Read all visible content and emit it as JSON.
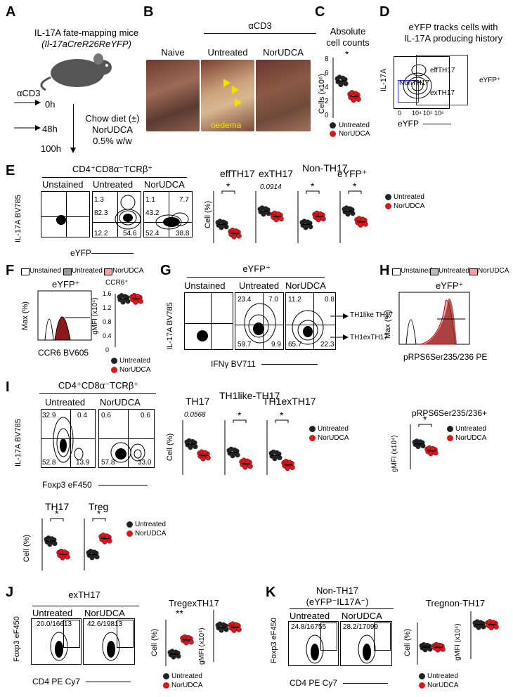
{
  "panels": {
    "A": {
      "letter": "A",
      "title_line1": "IL-17A fate-mapping mice",
      "title_line2": "(Il-17aCreR26ReYFP)",
      "acd3": "αCD3",
      "t0": "0h",
      "t48": "48h",
      "t100": "100h",
      "diet_line1": "Chow diet (±)",
      "diet_line2": "NorUDCA",
      "diet_line3": "0.5% w/w"
    },
    "B": {
      "letter": "B",
      "acd3": "αCD3",
      "naive": "Naive",
      "untreated": "Untreated",
      "norudca": "NorUDCA",
      "oedema": "oedema"
    },
    "C": {
      "letter": "C",
      "title_line1": "Absolute",
      "title_line2": "cell counts",
      "ylabel": "Cells (x10⁶)",
      "ticks": [
        "8",
        "6",
        "4",
        "2",
        "0"
      ],
      "sig": "*",
      "legend_untreated": "Untreated",
      "legend_norudca": "NorUDCA"
    },
    "D": {
      "letter": "D",
      "title_line1": "eYFP tracks cells with",
      "title_line2": "IL-17A producing history",
      "ylabel": "IL-17A",
      "xlabel": "eYFP",
      "gate_eff": "effTH17",
      "gate_ex": "exTH17",
      "gate_non": "NonTH17",
      "gate_pos": "eYFP⁺",
      "xticks": [
        "0",
        "10⁴",
        "10⁵",
        "10⁶"
      ]
    },
    "E": {
      "letter": "E",
      "header": "CD4⁺CD8α⁻TCRβ⁺",
      "col1": "Unstained",
      "col2": "Untreated",
      "col3": "NorUDCA",
      "ylabel": "IL-17A BV785",
      "xlabel": "eYFP",
      "untreated_q": [
        "1.3",
        "82.3",
        "12.2",
        "54.6"
      ],
      "norudca_q": [
        "1.1",
        "43.2",
        "7.7",
        "52.4",
        "38.8"
      ],
      "plot_titles": [
        "effTH17",
        "exTH17",
        "Non-TH17",
        "eYFP⁺"
      ],
      "pval_ex": "0.0914",
      "ylabel_cell": "Cell (%)",
      "legend_untreated": "Untreated",
      "legend_norudca": "NorUDCA"
    },
    "F": {
      "letter": "F",
      "legend": [
        "Unstained",
        "Untreated",
        "NorUDCA"
      ],
      "subtitle": "eYFP⁺",
      "ylabel": "Max (%)",
      "xlabel": "CCR6 BV605",
      "ccr6": "CCR6⁺",
      "gmfi": "gMFI (x10⁴)",
      "ticks": [
        "1.6",
        "1.2",
        "0.8",
        "0.4",
        "0"
      ],
      "legend_untreated": "Untreated",
      "legend_norudca": "NorUDCA"
    },
    "G": {
      "letter": "G",
      "header": "eYFP⁺",
      "col1": "Unstained",
      "col2": "Untreated",
      "col3": "NorUDCA",
      "ylabel": "IL-17A BV785",
      "xlabel": "IFNγ BV711",
      "untreated_q": [
        "23.4",
        "7.0",
        "59.7",
        "9.9"
      ],
      "norudca_q": [
        "11.2",
        "0.8",
        "65.7",
        "22.3"
      ],
      "arrow1": "TH1like TH17",
      "arrow2": "TH1exTH17"
    },
    "H": {
      "letter": "H",
      "legend": [
        "Unstained",
        "Untreated",
        "NorUDCA"
      ],
      "subtitle": "eYFP⁺",
      "ylabel": "Max (%)",
      "xlabel": "pRPS6Ser235/236 PE"
    },
    "I": {
      "letter": "I",
      "header": "CD4⁺CD8α⁻TCRβ⁺",
      "col1": "Untreated",
      "col2": "NorUDCA",
      "ylabel": "IL-17A BV785",
      "xlabel": "Foxp3 eF450",
      "untreated_q": [
        "32.9",
        "0.4",
        "52.8",
        "13.9"
      ],
      "norudca_q": [
        "0.6",
        "0.6",
        "57.8",
        "33.0"
      ],
      "plot_titles": [
        "TH17",
        "TH1like-TH17",
        "TH1exTH17"
      ],
      "pval": "0.0568",
      "ylabel_cell": "Cell (%)",
      "prps6_title": "pRPS6Ser235/236+",
      "gmfi": "gMFI (x10⁴)",
      "bottom_titles": [
        "TH17",
        "Treg"
      ],
      "legend_untreated": "Untreated",
      "legend_norudca": "NorUDCA"
    },
    "J": {
      "letter": "J",
      "header": "exTH17",
      "col1": "Untreated",
      "col2": "NorUDCA",
      "vals1": "20.0/16613",
      "vals2": "42.6/19813",
      "ylabel": "Foxp3 eF450",
      "xlabel": "CD4 PE Cy7",
      "treg_title": "TregexTH17",
      "sig": "**",
      "ylabel_cell": "Cell (%)",
      "gmfi": "gMFI (x10⁴)",
      "legend_untreated": "Untreated",
      "legend_norudca": "NorUDCA"
    },
    "K": {
      "letter": "K",
      "header_line1": "Non-TH17",
      "header_line2": "(eYFP⁻IL17A⁻)",
      "col1": "Untreated",
      "col2": "NorUDCA",
      "vals1": "24.8/16755",
      "vals2": "28.2/17099",
      "ylabel": "Foxp3 eF450",
      "xlabel": "CD4 PE Cy7",
      "treg_title": "Tregnon-TH17",
      "ylabel_cell": "Cell (%)",
      "gmfi": "gMFI (x10⁴)",
      "legend_untreated": "Untreated",
      "legend_norudca": "NorUDCA"
    }
  },
  "colors": {
    "untreated": "#222222",
    "norudca": "#d7191c",
    "photo": "#8a5a4a"
  }
}
